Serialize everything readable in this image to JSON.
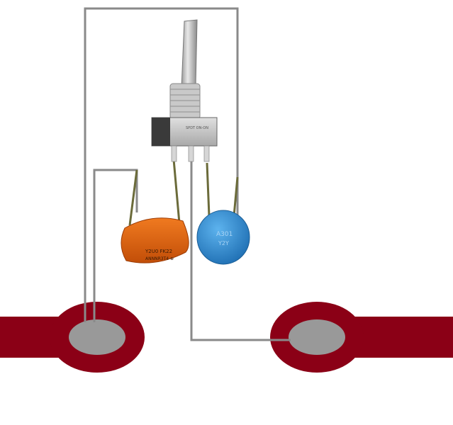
{
  "colors": {
    "background": "#ffffff",
    "pcb_trace": "#8b0016",
    "pad_center": "#999999",
    "wire": "#8a8a8a",
    "switch_body": "#bfbfbf",
    "switch_base": "#3a3a3a",
    "orange_capacitor": "#e06010",
    "blue_capacitor": "#2f8fd6"
  },
  "components": {
    "switch": {
      "name": "toggle-switch",
      "body_marking": "SPDT ON-ON"
    },
    "orange_capacitor": {
      "line1": "Y2U0 FK22",
      "line2": "ANNNR3T4 ⊕"
    },
    "blue_capacitor": {
      "line1": "A301",
      "line2": "Y2Y"
    }
  }
}
